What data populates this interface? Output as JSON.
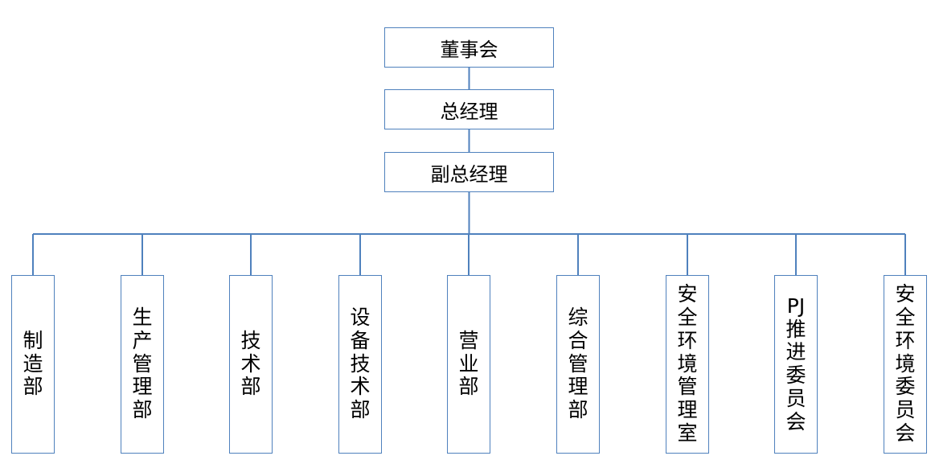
{
  "org": {
    "board": "董事会",
    "gm": "总经理",
    "dgm": "副总经理",
    "departments": [
      "制造部",
      "生产管理部",
      "技术部",
      "设备技术部",
      "营业部",
      "综合管理部",
      "安全环境管理室",
      "PJ推进委员会",
      "安全环境委员会"
    ]
  },
  "colors": {
    "line": "#4f81bd",
    "text": "#000000",
    "background": "#ffffff"
  }
}
